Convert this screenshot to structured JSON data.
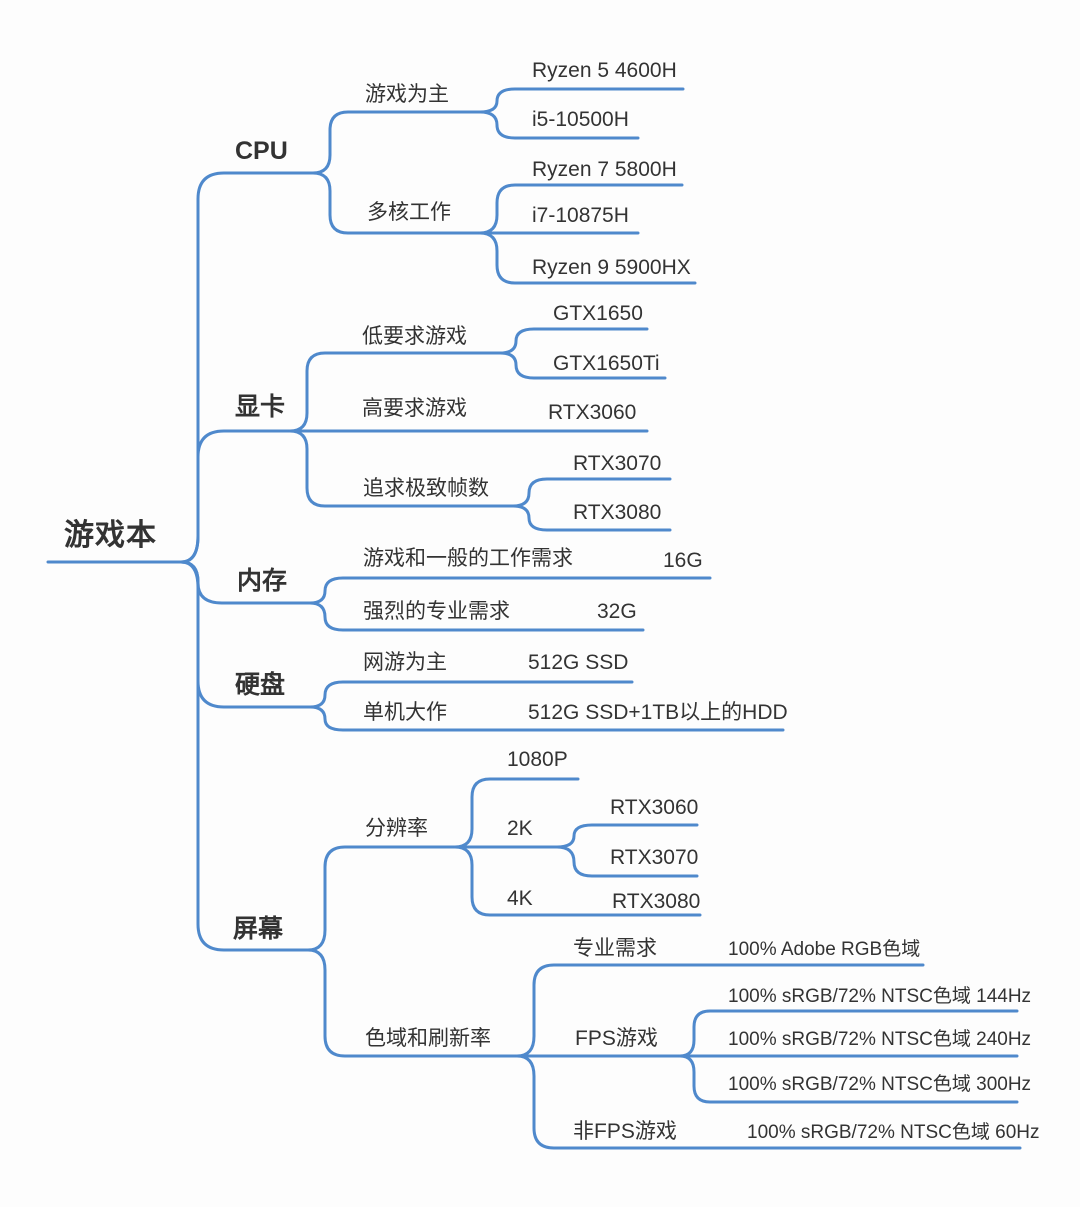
{
  "colors": {
    "line": "#4f89cc",
    "text": "#333333",
    "background": "#fdfdfd"
  },
  "root": {
    "label": "游戏本"
  },
  "cpu": {
    "label": "CPU",
    "gaming": {
      "label": "游戏为主",
      "r5_4600h": {
        "label": "Ryzen 5 4600H"
      },
      "i5_10500h": {
        "label": "i5-10500H"
      }
    },
    "multicore": {
      "label": "多核工作",
      "r7_5800h": {
        "label": "Ryzen 7 5800H"
      },
      "i7_10875h": {
        "label": "i7-10875H"
      },
      "r9_5900hx": {
        "label": "Ryzen 9 5900HX"
      }
    }
  },
  "gpu": {
    "label": "显卡",
    "low": {
      "label": "低要求游戏",
      "gtx1650": {
        "label": "GTX1650"
      },
      "gtx1650ti": {
        "label": "GTX1650Ti"
      }
    },
    "high": {
      "label": "高要求游戏",
      "rtx3060": {
        "label": "RTX3060"
      }
    },
    "extreme": {
      "label": "追求极致帧数",
      "rtx3070": {
        "label": "RTX3070"
      },
      "rtx3080": {
        "label": "RTX3080"
      }
    }
  },
  "ram": {
    "label": "内存",
    "general": {
      "label": "游戏和一般的工作需求",
      "value": "16G"
    },
    "pro": {
      "label": "强烈的专业需求",
      "value": "32G"
    }
  },
  "disk": {
    "label": "硬盘",
    "online": {
      "label": "网游为主",
      "value": "512G SSD"
    },
    "aaa": {
      "label": "单机大作",
      "value": "512G SSD+1TB以上的HDD"
    }
  },
  "screen": {
    "label": "屏幕",
    "resolution": {
      "label": "分辨率",
      "p1080": {
        "label": "1080P"
      },
      "k2": {
        "label": "2K",
        "rtx3060": {
          "label": "RTX3060"
        },
        "rtx3070": {
          "label": "RTX3070"
        }
      },
      "k4": {
        "label": "4K",
        "rtx3080": {
          "label": "RTX3080"
        }
      }
    },
    "gamut": {
      "label": "色域和刷新率",
      "pro": {
        "label": "专业需求",
        "value": "100% Adobe RGB色域"
      },
      "fps": {
        "label": "FPS游戏",
        "hz144": {
          "label": "100% sRGB/72% NTSC色域 144Hz"
        },
        "hz240": {
          "label": "100% sRGB/72% NTSC色域 240Hz"
        },
        "hz300": {
          "label": "100% sRGB/72% NTSC色域 300Hz"
        }
      },
      "nonfps": {
        "label": "非FPS游戏",
        "value": "100% sRGB/72% NTSC色域 60Hz"
      }
    }
  }
}
